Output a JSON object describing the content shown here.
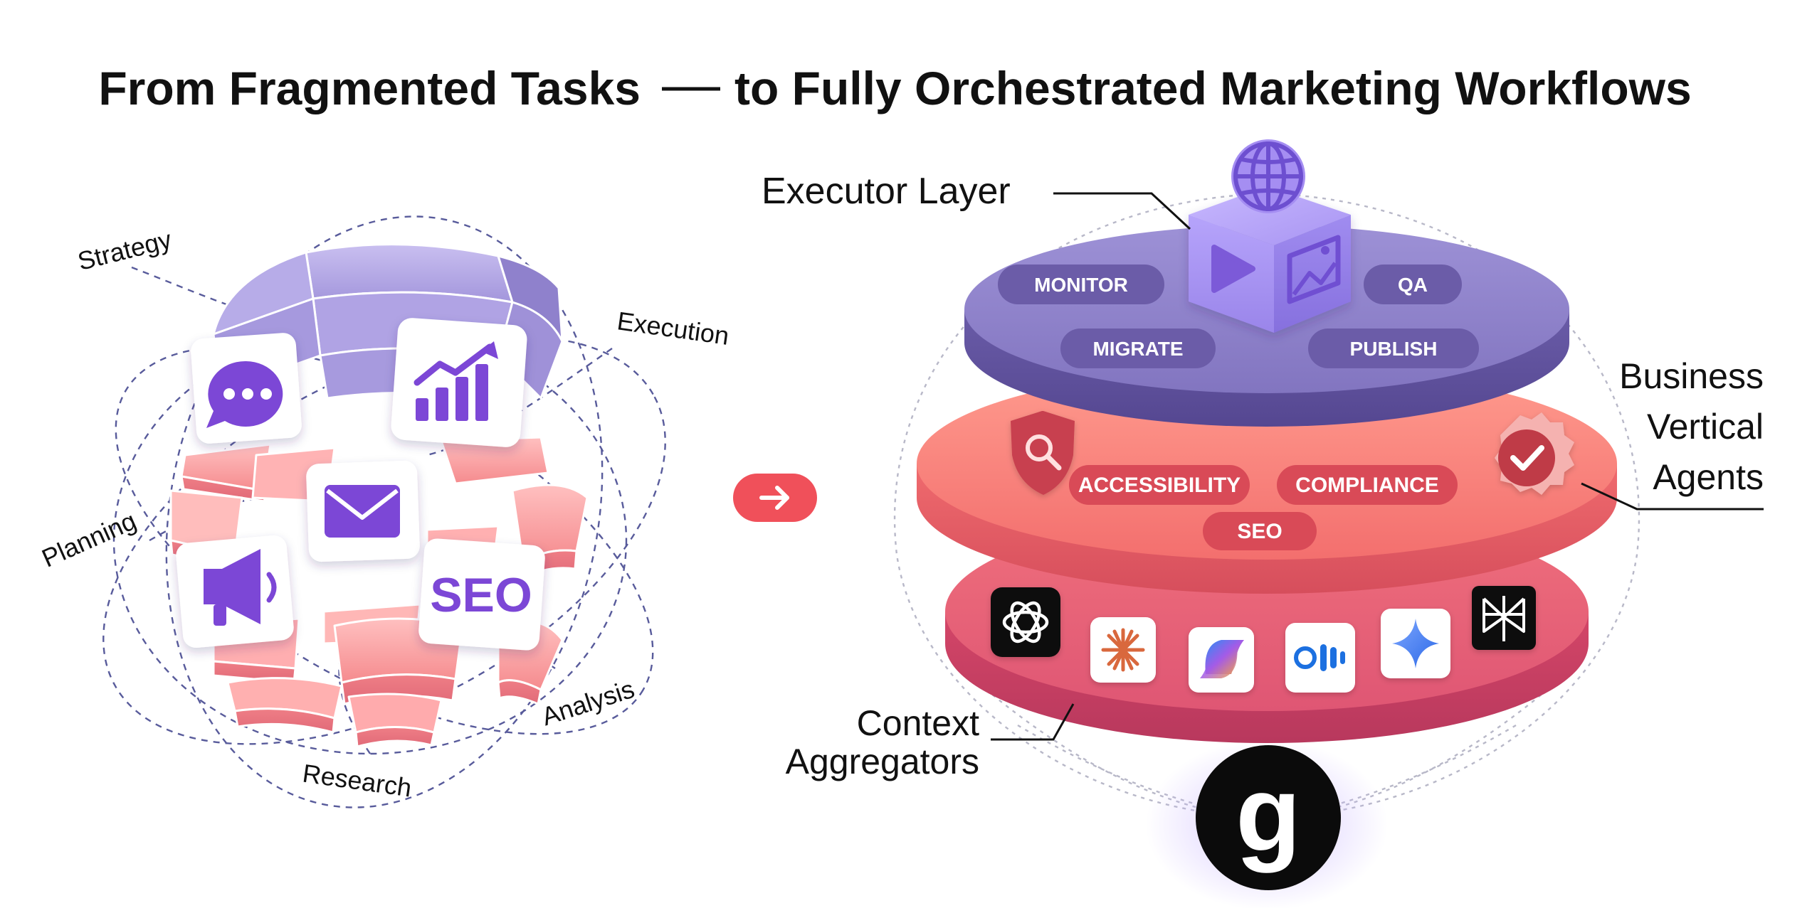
{
  "title": {
    "left": "From Fragmented Tasks",
    "right": "to Fully Orchestrated Marketing Workflows"
  },
  "left_panel": {
    "labels": {
      "strategy": "Strategy",
      "execution": "Execution",
      "planning": "Planning",
      "analysis": "Analysis",
      "research": "Research"
    },
    "tiles": {
      "seo": "SEO"
    },
    "icons": [
      "chat-icon",
      "chart-growth-icon",
      "mail-icon",
      "megaphone-icon",
      "seo-icon"
    ]
  },
  "arrow": {
    "icon": "arrow-right-icon",
    "color": "#f0505a"
  },
  "right_panel": {
    "executor": {
      "label": "Executor Layer",
      "pills": {
        "monitor": "MONITOR",
        "qa": "QA",
        "migrate": "MIGRATE",
        "publish": "PUBLISH"
      },
      "icons": [
        "globe-icon",
        "play-icon",
        "image-icon"
      ],
      "color": "#8f82c8"
    },
    "business": {
      "label_lines": [
        "Business",
        "Vertical",
        "Agents"
      ],
      "pills": {
        "accessibility": "ACCESSIBILITY",
        "compliance": "COMPLIANCE",
        "seo": "SEO"
      },
      "icons": [
        "shield-search-icon",
        "check-badge-icon"
      ],
      "color": "#f27c7c"
    },
    "context": {
      "label_lines": [
        "Context",
        "Aggregators"
      ],
      "icons": [
        "openai-icon",
        "claude-icon",
        "copilot-icon",
        "otter-icon",
        "gemini-icon",
        "perplexity-icon"
      ],
      "color": "#e85f78"
    },
    "brand": {
      "letter": "g",
      "icon": "brand-logo-icon"
    }
  }
}
